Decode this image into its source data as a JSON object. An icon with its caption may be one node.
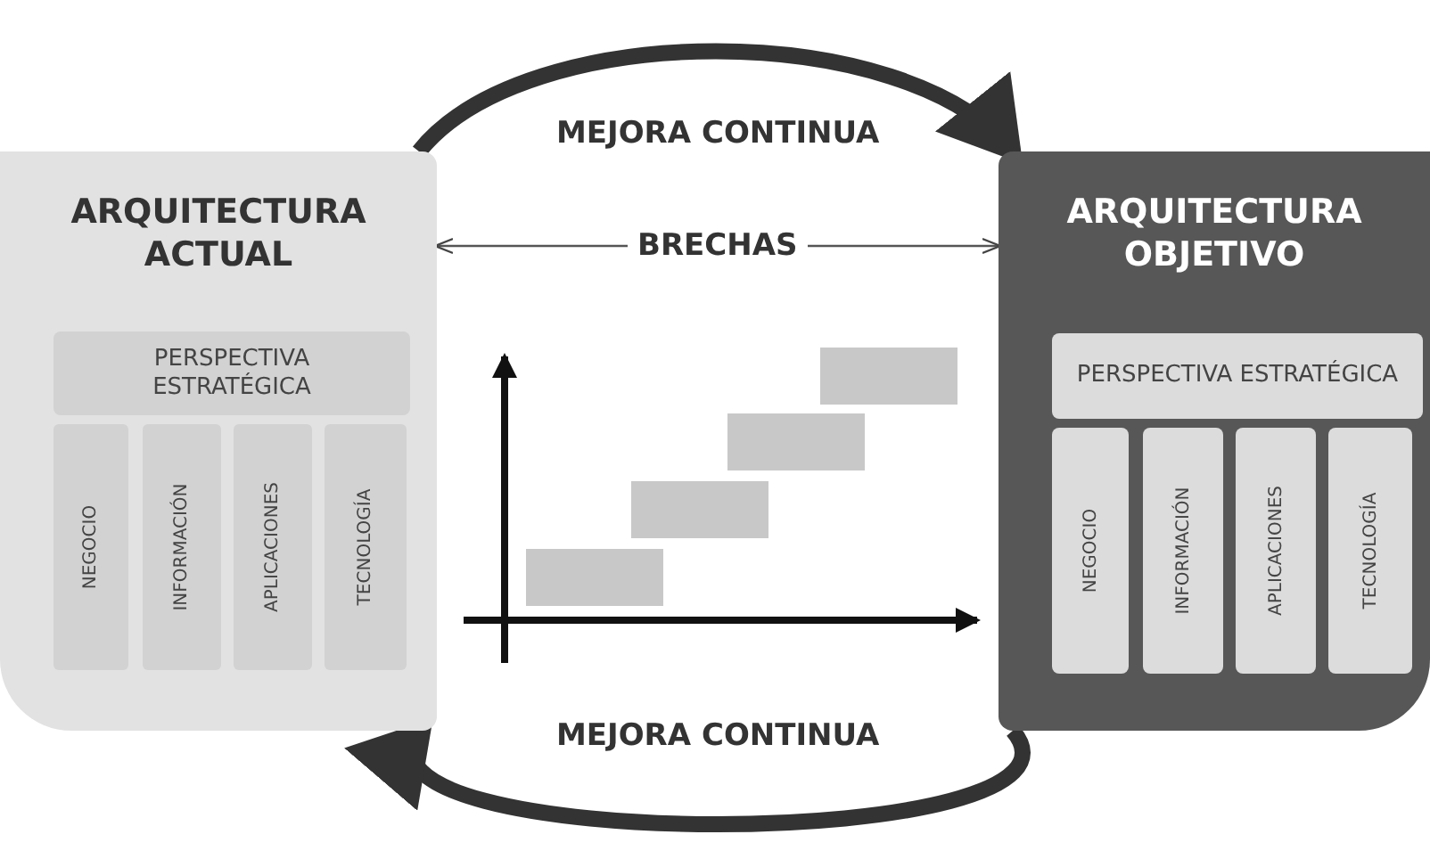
{
  "diagram": {
    "nodes": [
      {
        "text": [
          "ARQUITECTURA ACTUAL"
        ]
      },
      {
        "text": [
          "PERSPECTIVA ESTRATÉGICA"
        ],
        "in": 0
      },
      {
        "text": [
          "NEGOCIO"
        ],
        "in": 0
      },
      {
        "text": [
          "INFORMACIÓN"
        ],
        "in": 0
      },
      {
        "text": [
          "APLICACIONES"
        ],
        "in": 0
      },
      {
        "text": [
          "TECNOLOGÍA"
        ],
        "in": 0
      },
      {
        "text": [
          "ARQUITECTURA OBJETIVO"
        ]
      },
      {
        "text": [
          "PERSPECTIVA ESTRATÉGICA"
        ],
        "in": 6
      },
      {
        "text": [
          "NEGOCIO"
        ],
        "in": 6
      },
      {
        "text": [
          "INFORMACIÓN"
        ],
        "in": 6
      },
      {
        "text": [
          "APLICACIONES"
        ],
        "in": 6
      },
      {
        "text": [
          "TECNOLOGÍA"
        ],
        "in": 6
      },
      {
        "text": [],
        "shape": "bar"
      },
      {
        "text": [],
        "shape": "bar"
      },
      {
        "text": [],
        "shape": "bar"
      },
      {
        "text": [],
        "shape": "bar"
      }
    ],
    "edges": [
      {
        "from": 0,
        "to": 6,
        "arrow": "to",
        "label": "MEJORA CONTINUA"
      },
      {
        "from": 0,
        "to": 6,
        "arrow": "both",
        "label": "BRECHAS"
      },
      {
        "from": 6,
        "to": 0,
        "arrow": "to",
        "label": "MEJORA CONTINUA"
      }
    ]
  }
}
